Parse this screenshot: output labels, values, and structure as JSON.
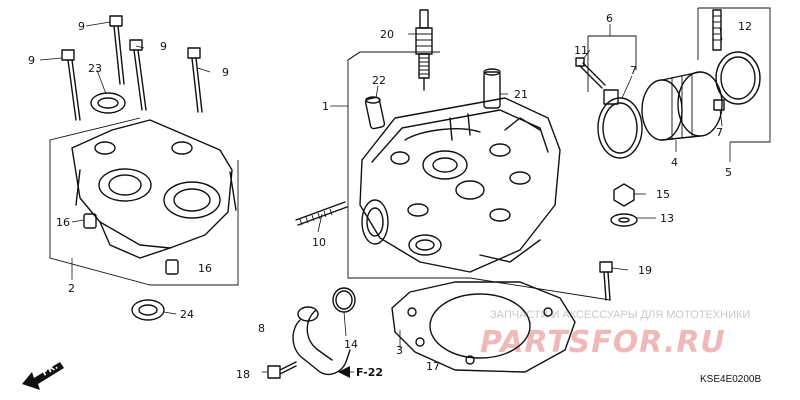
{
  "callouts": {
    "c1": "1",
    "c2": "2",
    "c3": "3",
    "c4": "4",
    "c5": "5",
    "c6": "6",
    "c7a": "7",
    "c7b": "7",
    "c8": "8",
    "c9a": "9",
    "c9b": "9",
    "c9c": "9",
    "c9d": "9",
    "c10": "10",
    "c11": "11",
    "c12": "12",
    "c13": "13",
    "c14": "14",
    "c15": "15",
    "c16a": "16",
    "c16b": "16",
    "c17": "17",
    "c18": "18",
    "c19": "19",
    "c20": "20",
    "c21": "21",
    "c22": "22",
    "c23": "23",
    "c24": "24"
  },
  "reference_label": "F-22",
  "front_arrow_label": "FR.",
  "watermark": {
    "text_ru": "ЗАПЧАСТИ И АКСЕССУАРЫ ДЛЯ МОТОТЕХНИКИ",
    "brand": "PARTSFOR.RU"
  },
  "diagram_code": "KSE4E0200B"
}
